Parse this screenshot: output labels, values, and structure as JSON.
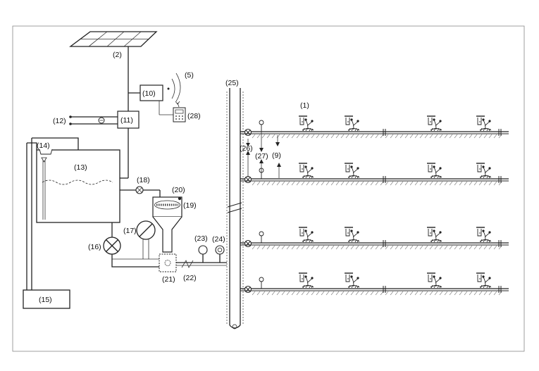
{
  "labels": {
    "l1": "(1)",
    "l2": "(2)",
    "l5": "(5)",
    "l9": "(9)",
    "l10": "(10)",
    "l11": "(11)",
    "l12": "(12)",
    "l13": "(13)",
    "l14": "(14)",
    "l15": "(15)",
    "l16": "(16)",
    "l17": "(17)",
    "l18": "(18)",
    "l19": "(19)",
    "l20": "(20)",
    "l21": "(21)",
    "l22": "(22)",
    "l23": "(23)",
    "l24": "(24)",
    "l25": "(25)",
    "l26": "(26)",
    "l27": "(27)",
    "l28": "(28)"
  },
  "colors": {
    "line": "#222222",
    "background": "#ffffff"
  },
  "lateral_rows": 4,
  "plants_per_row": 4
}
